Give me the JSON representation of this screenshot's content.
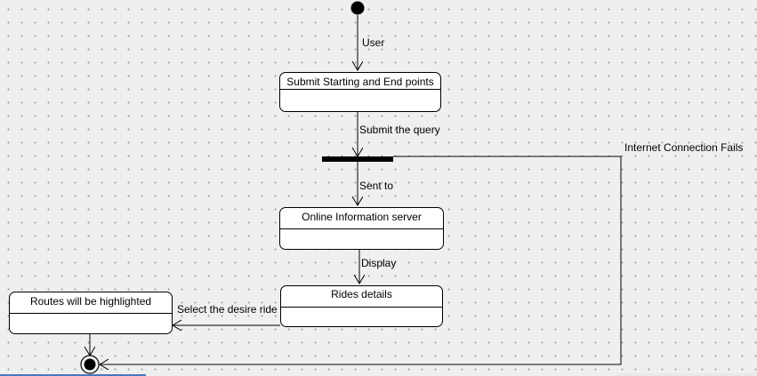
{
  "diagram": {
    "states": {
      "submit_points": {
        "title": "Submit Starting and End points"
      },
      "online_server": {
        "title": "Online Information server"
      },
      "rides_details": {
        "title": "Rides details"
      },
      "routes_highlighted": {
        "title": "Routes will be highlighted"
      }
    },
    "transitions": {
      "user": "User",
      "submit_query": "Submit the query",
      "sent_to": "Sent to",
      "display": "Display",
      "select_ride": "Select the desire ride",
      "internet_fails": "Internet Connection Fails"
    },
    "colors": {
      "line": "#000000",
      "node_fill": "#ffffff",
      "background": "#efefef",
      "grid_dot": "#9a9a9a"
    }
  }
}
